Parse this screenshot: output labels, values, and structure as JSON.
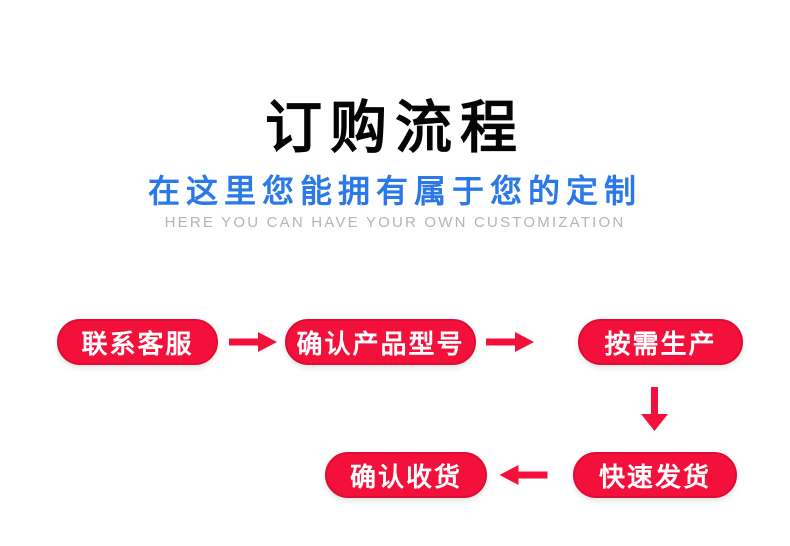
{
  "header": {
    "title": "订购流程",
    "subtitle": "在这里您能拥有属于您的定制",
    "subtitle_en": "HERE YOU CAN HAVE YOUR OWN CUSTOMIZATION"
  },
  "flow": {
    "steps": [
      {
        "label": "联系客服"
      },
      {
        "label": "确认产品型号"
      },
      {
        "label": "按需生产"
      },
      {
        "label": "快速发货"
      },
      {
        "label": "确认收货"
      }
    ]
  },
  "colors": {
    "accent_red": "#f3113c",
    "accent_red_edge": "#e20b33",
    "accent_blue": "#2b79e8",
    "muted_gray": "#b4b4b4",
    "title_black": "#050505",
    "background": "#ffffff"
  }
}
